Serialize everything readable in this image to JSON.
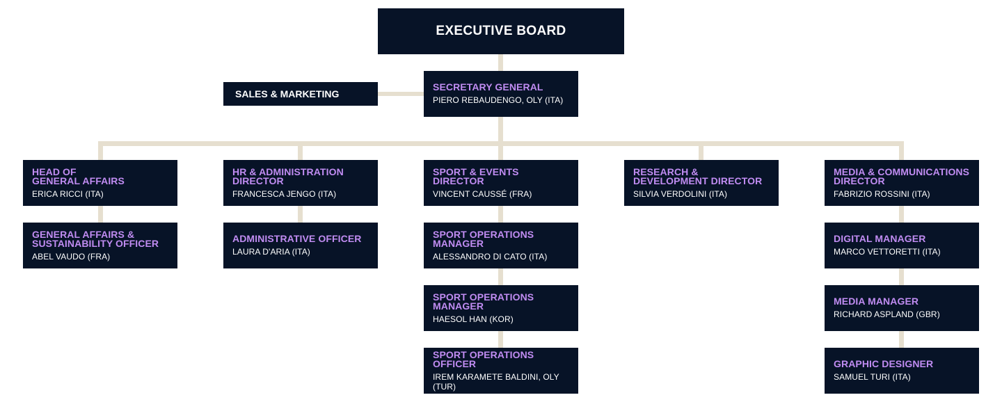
{
  "colors": {
    "box_background": "#071327",
    "role_text": "#c08cf2",
    "person_text": "#ffffff",
    "connector": "#e6dfcf",
    "page_background": "#ffffff"
  },
  "executive_board": {
    "label": "EXECUTIVE BOARD"
  },
  "sales_marketing": {
    "label": "SALES & MARKETING"
  },
  "secretary_general": {
    "role": [
      "SECRETARY GENERAL"
    ],
    "name": "PIERO REBAUDENGO, OLY (ITA)"
  },
  "columns": [
    {
      "key": "general-affairs",
      "boxes": [
        {
          "role": [
            "HEAD OF",
            "GENERAL AFFAIRS"
          ],
          "name": "ERICA RICCI (ITA)"
        },
        {
          "role": [
            "GENERAL AFFAIRS &",
            "SUSTAINABILITY OFFICER"
          ],
          "name": "ABEL VAUDO (FRA)"
        }
      ]
    },
    {
      "key": "hr-administration",
      "boxes": [
        {
          "role": [
            "HR & ADMINISTRATION",
            "DIRECTOR"
          ],
          "name": "FRANCESCA JENGO (ITA)"
        },
        {
          "role": [
            "ADMINISTRATIVE OFFICER"
          ],
          "name": "LAURA D'ARIA (ITA)"
        }
      ]
    },
    {
      "key": "sport-events",
      "boxes": [
        {
          "role": [
            "SPORT & EVENTS",
            "DIRECTOR"
          ],
          "name": "VINCENT CAUSSÉ (FRA)"
        },
        {
          "role": [
            "SPORT OPERATIONS",
            "MANAGER"
          ],
          "name": "ALESSANDRO DI CATO (ITA)"
        },
        {
          "role": [
            "SPORT OPERATIONS",
            "MANAGER"
          ],
          "name": "HAESOL HAN (KOR)"
        },
        {
          "role": [
            "SPORT OPERATIONS",
            "OFFICER"
          ],
          "name": "IREM KARAMETE BALDINI, OLY (TUR)"
        }
      ]
    },
    {
      "key": "research-development",
      "boxes": [
        {
          "role": [
            "RESEARCH &",
            "DEVELOPMENT DIRECTOR"
          ],
          "name": "SILVIA VERDOLINI (ITA)"
        }
      ]
    },
    {
      "key": "media-communications",
      "boxes": [
        {
          "role": [
            "MEDIA & COMMUNICATIONS",
            "DIRECTOR"
          ],
          "name": "FABRIZIO ROSSINI (ITA)"
        },
        {
          "role": [
            "DIGITAL MANAGER"
          ],
          "name": "MARCO VETTORETTI (ITA)"
        },
        {
          "role": [
            "MEDIA MANAGER"
          ],
          "name": "RICHARD ASPLAND (GBR)"
        },
        {
          "role": [
            "GRAPHIC DESIGNER"
          ],
          "name": "SAMUEL TURI (ITA)"
        }
      ]
    }
  ]
}
